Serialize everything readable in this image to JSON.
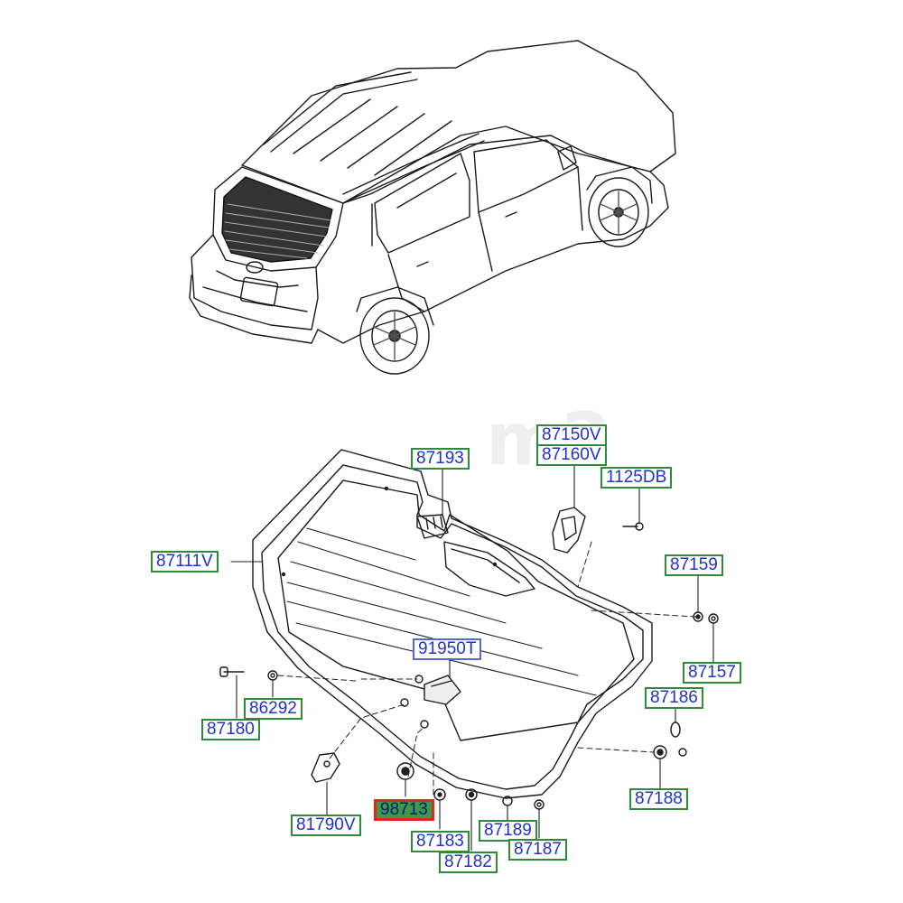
{
  "diagram": {
    "colors": {
      "label_border": "#2e8b3a",
      "label_text": "#1f33c8",
      "highlight_border": "#e0281e",
      "highlight_fill": "#3d9a45"
    },
    "watermark": "m2",
    "labels": {
      "l_87193": "87193",
      "l_87150v": "87150V",
      "l_87160v": "87160V",
      "l_1125db": "1125DB",
      "l_87111v": "87111V",
      "l_87159": "87159",
      "l_91950t": "91950T",
      "l_87157": "87157",
      "l_86292": "86292",
      "l_87186": "87186",
      "l_87180": "87180",
      "l_87188": "87188",
      "l_81790v": "81790V",
      "l_98713": "98713",
      "l_87189": "87189",
      "l_87183": "87183",
      "l_87187": "87187",
      "l_87182": "87182"
    }
  }
}
